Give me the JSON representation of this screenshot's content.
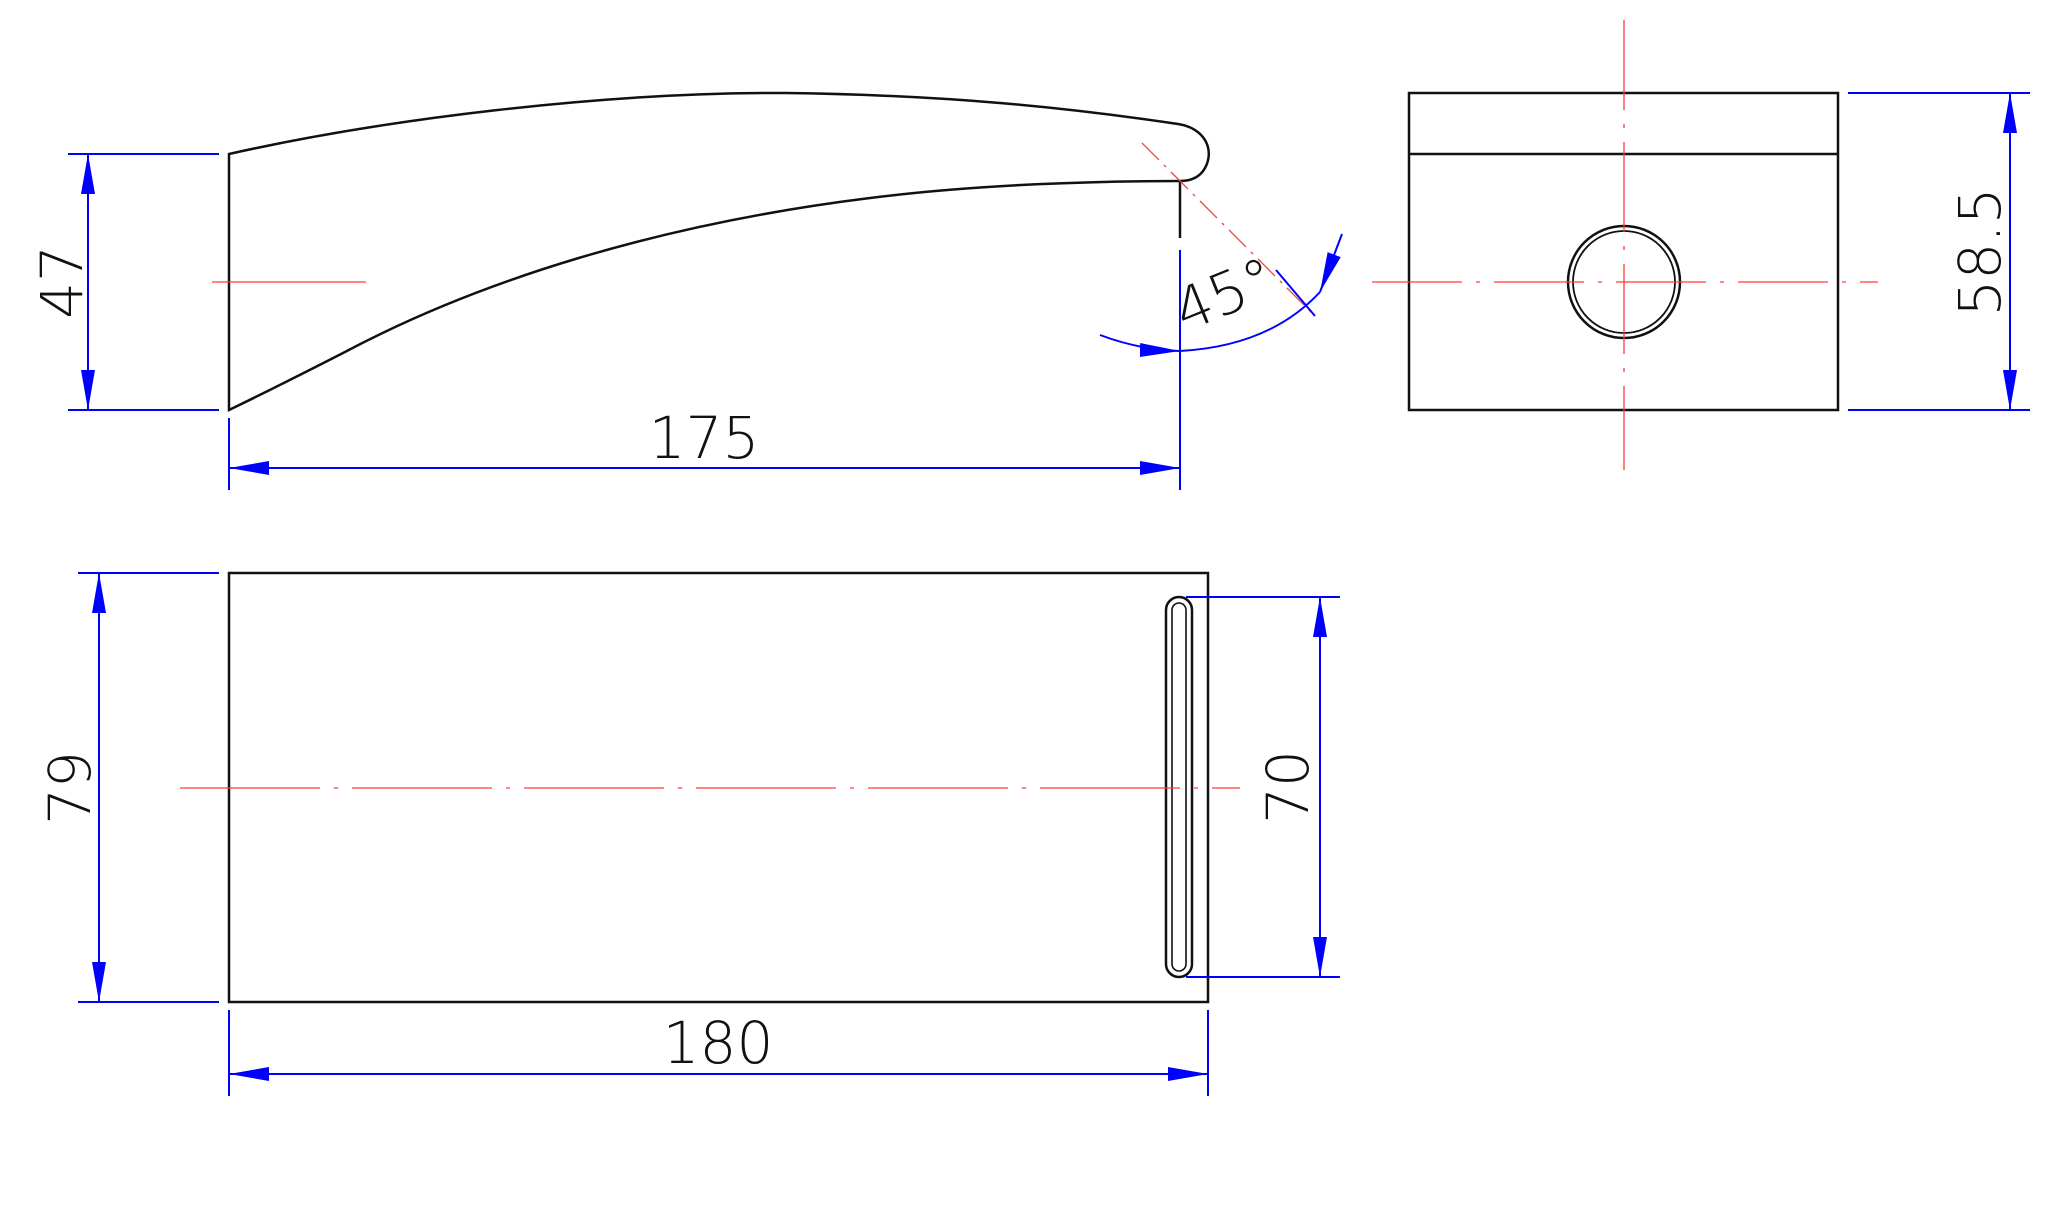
{
  "drawing": {
    "colors": {
      "outline": "#111111",
      "dimension": "#0000ff",
      "centerline": "#ff3a3a",
      "background": "#ffffff"
    },
    "side_view": {
      "height_label": "47",
      "length_label": "175",
      "angle_label": "45°"
    },
    "end_view": {
      "height_label": "58.5"
    },
    "top_view": {
      "width_label": "79",
      "length_label": "180",
      "slot_length_label": "70"
    }
  }
}
